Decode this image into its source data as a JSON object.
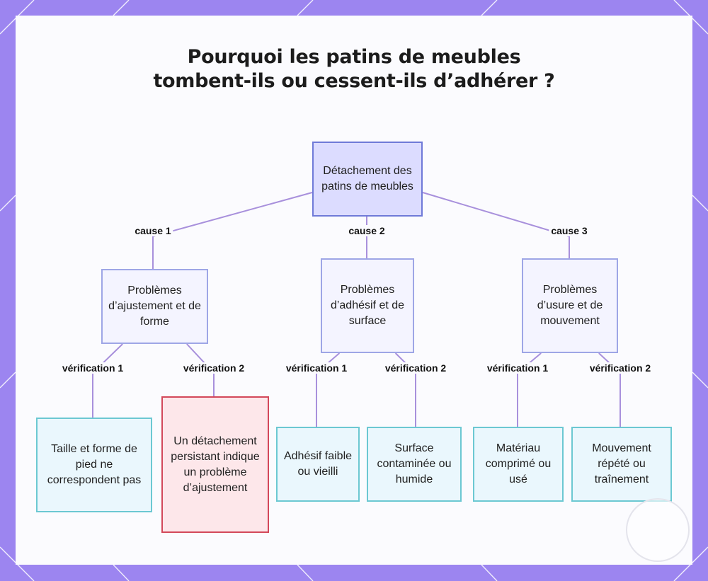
{
  "title": "Pourquoi les patins de meubles tombent-ils ou cessent-ils d’adhérer ?",
  "root": {
    "label": "Détachement des patins de meubles"
  },
  "causes": [
    {
      "edge_label": "cause 1",
      "label": "Problèmes d’ajustement et de forme",
      "checks": [
        {
          "edge_label": "vérification 1",
          "label": "Taille et forme de pied ne correspondent pas",
          "highlight": false
        },
        {
          "edge_label": "vérification 2",
          "label": "Un détachement persistant indique un problème d’ajustement",
          "highlight": true
        }
      ]
    },
    {
      "edge_label": "cause 2",
      "label": "Problèmes d’adhésif et de surface",
      "checks": [
        {
          "edge_label": "vérification 1",
          "label": "Adhésif faible ou vieilli",
          "highlight": false
        },
        {
          "edge_label": "vérification 2",
          "label": "Surface contaminée ou humide",
          "highlight": false
        }
      ]
    },
    {
      "edge_label": "cause 3",
      "label": "Problèmes d’usure et de mouvement",
      "checks": [
        {
          "edge_label": "vérification 1",
          "label": "Matériau comprimé ou usé",
          "highlight": false
        },
        {
          "edge_label": "vérification 2",
          "label": "Mouvement répété ou traînement",
          "highlight": false
        }
      ]
    }
  ],
  "colors": {
    "frame": "#9c85f0",
    "edge": "#a890dc",
    "root_fill": "#dcdcff",
    "leaf_border": "#6cc8d2",
    "alert_border": "#d3485a"
  }
}
